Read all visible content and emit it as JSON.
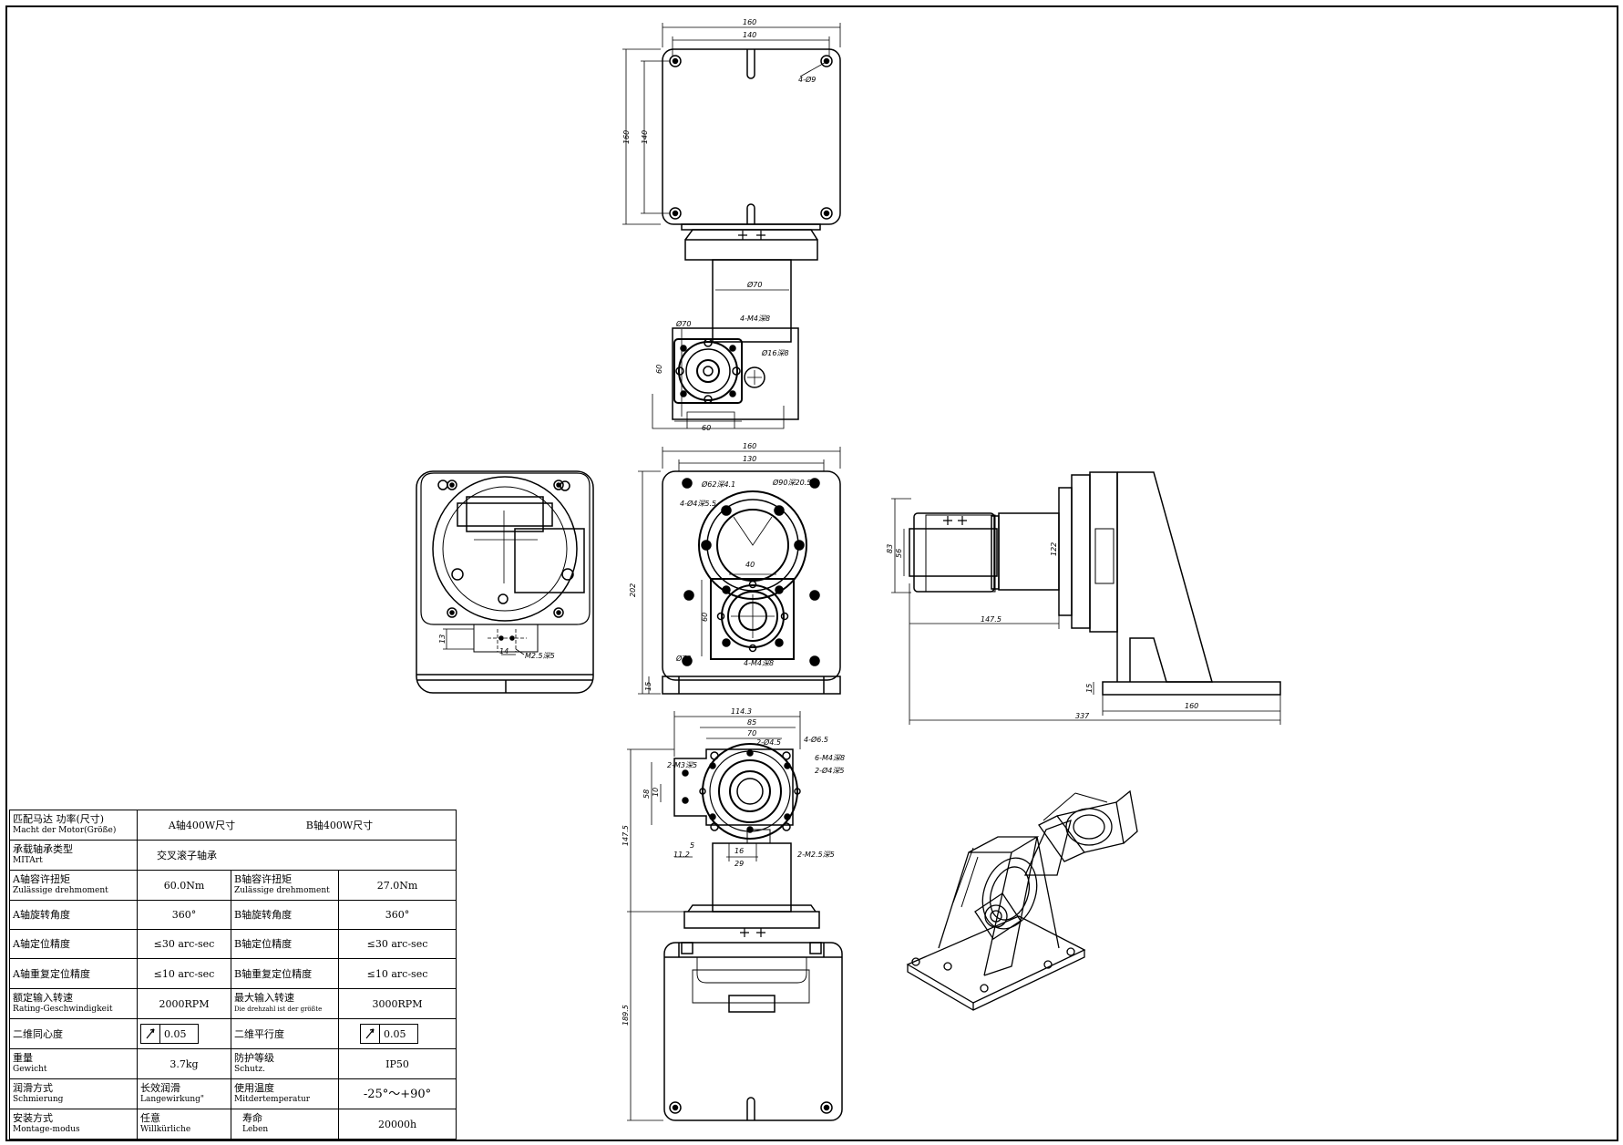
{
  "drawing": {
    "top_view": {
      "d160": "160",
      "d140": "140",
      "h160": "160",
      "h140": "140",
      "holes": "4-Ø9",
      "phi70": "Ø70",
      "phi70b": "Ø70",
      "m4": "4-M4深8",
      "shaft": "Ø16深8",
      "d60v": "60",
      "d60h": "60"
    },
    "front_view": {
      "d160": "160",
      "d130": "130",
      "h202": "202",
      "h15": "15",
      "phi62": "Ø62深4.1",
      "phi90": "Ø90深20.5",
      "phi4": "4-Ø4深5.5",
      "d60": "60",
      "phi70": "Ø70",
      "m4": "4-M4深8",
      "d40": "40"
    },
    "left_view": {
      "h13": "13",
      "d14": "14",
      "m25": "M2.5深5"
    },
    "side_view": {
      "h83": "83",
      "h56": "56",
      "h122": "122",
      "d1475": "147.5",
      "d160": "160",
      "d337": "337",
      "h15": "15"
    },
    "bottom_view": {
      "d1143": "114.3",
      "d85": "85",
      "d70": "70",
      "phi45": "2-Ø4.5",
      "phi65": "4-Ø6.5",
      "m4": "6-M4深8",
      "phi4": "2-Ø4深5",
      "m3": "2-M3深5",
      "d58": "58",
      "d10": "10",
      "d1475": "147.5",
      "d1895": "189.5",
      "d112": "11.2",
      "d5": "5",
      "d29": "29",
      "d16": "16",
      "m25": "2-M2.5深5"
    }
  },
  "spec_table": {
    "motor": {
      "label": "匹配马达 功率(尺寸)",
      "sub": "Macht der Motor(Größe)",
      "a": "A轴400W尺寸",
      "b": "B轴400W尺寸"
    },
    "bearing": {
      "label": "承载轴承类型",
      "sub": "MITArt",
      "value": "交叉滚子轴承"
    },
    "torque": {
      "a_label": "A轴容许扭矩",
      "a_sub": "Zulässige drehmoment",
      "a_value": "60.0Nm",
      "b_label": "B轴容许扭矩",
      "b_sub": "Zulässige drehmoment",
      "b_value": "27.0Nm"
    },
    "rotation": {
      "a_label": "A轴旋转角度",
      "a_value": "360°",
      "b_label": "B轴旋转角度",
      "b_value": "360°"
    },
    "positioning": {
      "a_label": "A轴定位精度",
      "a_value": "≤30 arc-sec",
      "b_label": "B轴定位精度",
      "b_value": "≤30 arc-sec"
    },
    "repeat": {
      "a_label": "A轴重复定位精度",
      "a_value": "≤10 arc-sec",
      "b_label": "B轴重复定位精度",
      "b_value": "≤10 arc-sec"
    },
    "speed": {
      "a_label": "额定输入转速",
      "a_sub": "Rating-Geschwindigkeit",
      "a_value": "2000RPM",
      "b_label": "最大输入转速",
      "b_sub": "Die drehzahl ist der größte",
      "b_value": "3000RPM"
    },
    "concentricity": {
      "label": "二维同心度",
      "value": "0.05",
      "p_label": "二维平行度",
      "p_value": "0.05"
    },
    "weight": {
      "label": "重量",
      "sub": "Gewicht",
      "value": "3.7kg",
      "p_label": "防护等级",
      "p_sub": "Schutz.",
      "p_value": "IP50"
    },
    "lube": {
      "label": "润滑方式",
      "sub": "Schmierung",
      "value": "长效润滑",
      "value_sub": "Langewirkung\"",
      "t_label": "使用温度",
      "t_sub": "Mitdertemperatur",
      "t_value": "-25°～+90°"
    },
    "mount": {
      "label": "安装方式",
      "sub": "Montage-modus",
      "value": "任意",
      "value_sub": "Willkürliche",
      "l_label": "寿命",
      "l_sub": "Leben",
      "l_value": "20000h"
    }
  }
}
